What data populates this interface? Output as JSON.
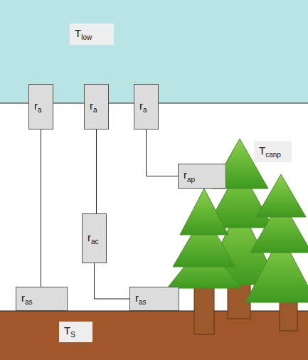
{
  "diagram": {
    "nodes": [
      {
        "text": [
          "T",
          "low"
        ]
      },
      {
        "text": [
          "r",
          "a"
        ]
      },
      {
        "text": [
          "r",
          "a"
        ]
      },
      {
        "text": [
          "r",
          "a"
        ]
      },
      {
        "text": [
          "T",
          "canp"
        ]
      },
      {
        "text": [
          "r",
          "ap"
        ]
      },
      {
        "text": [
          "r",
          "ac"
        ]
      },
      {
        "text": [
          "r",
          "as"
        ]
      },
      {
        "text": [
          "r",
          "as"
        ]
      },
      {
        "text": [
          "T",
          "S"
        ]
      }
    ],
    "edges": [
      {
        "from": 1,
        "to": 7,
        "arrow": "none"
      },
      {
        "from": 2,
        "to": 6,
        "arrow": "none"
      },
      {
        "from": 6,
        "to": 8,
        "arrow": "none"
      },
      {
        "from": 3,
        "to": 5,
        "arrow": "none"
      }
    ]
  }
}
